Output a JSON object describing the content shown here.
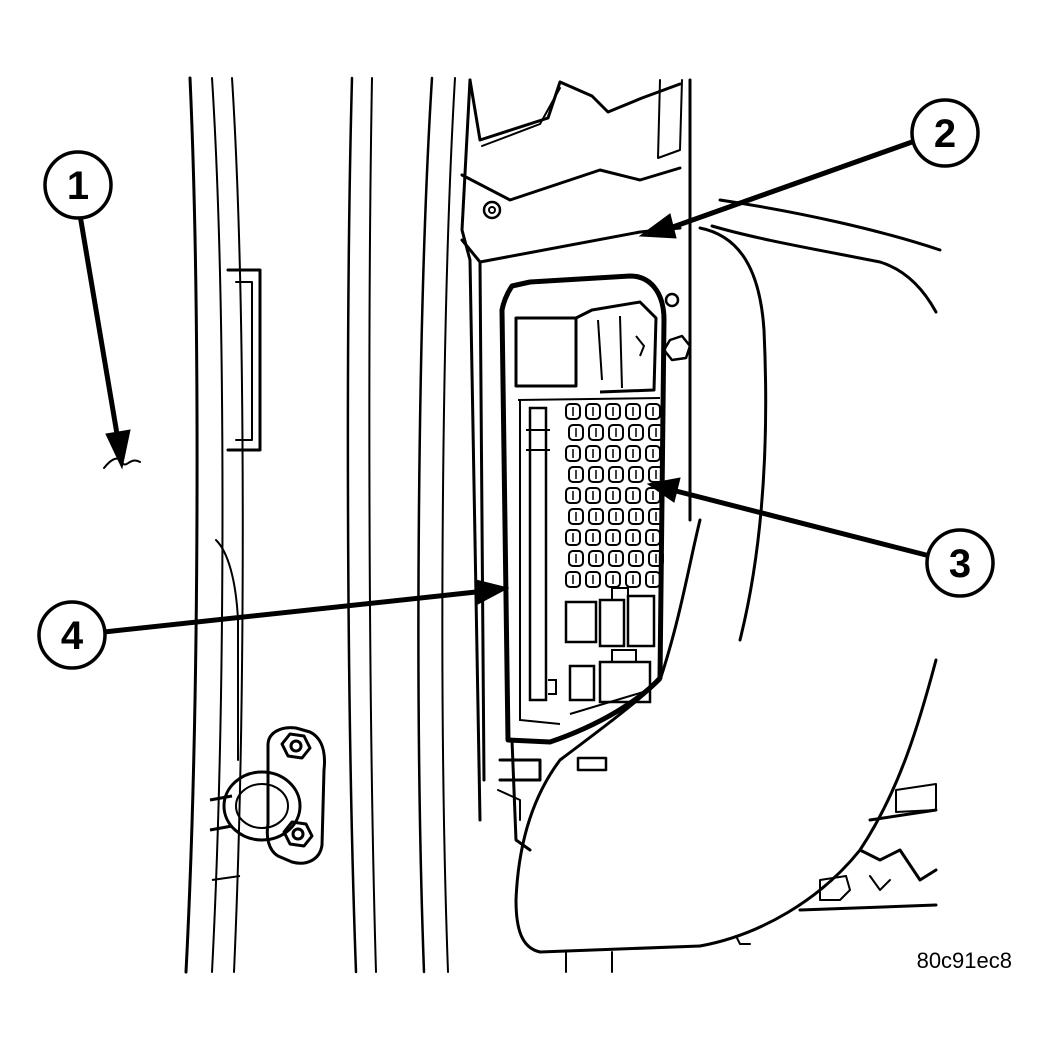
{
  "callouts": {
    "c1": "1",
    "c2": "2",
    "c3": "3",
    "c4": "4"
  },
  "figure_code": "80c91ec8",
  "colors": {
    "line": "#000000",
    "background": "#ffffff"
  }
}
